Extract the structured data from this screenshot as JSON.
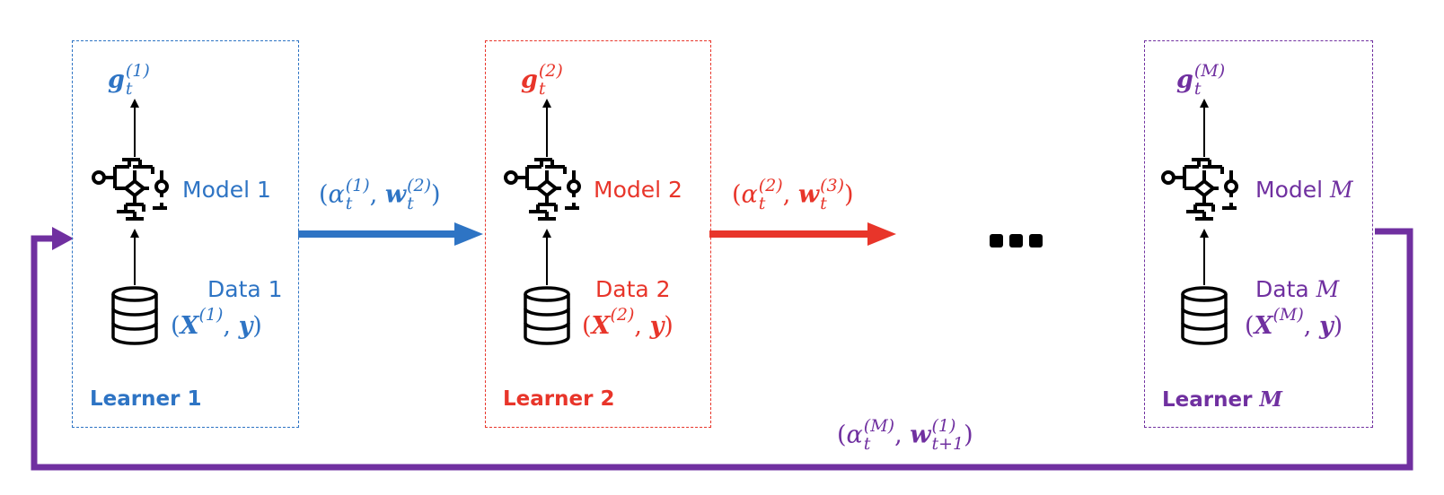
{
  "learners": [
    {
      "title_prefix": "Learner",
      "title_index": "1",
      "model_prefix": "Model",
      "model_index": "1",
      "data_prefix": "Data",
      "data_index": "1",
      "gradient": {
        "base": "g",
        "sub": "t",
        "sup": "(1)"
      },
      "dataset": {
        "open": "(",
        "X": "X",
        "sup": "(1)",
        "sep": ", ",
        "y": "y",
        "close": ")"
      },
      "color": "#2e74c4"
    },
    {
      "title_prefix": "Learner",
      "title_index": "2",
      "model_prefix": "Model",
      "model_index": "2",
      "data_prefix": "Data",
      "data_index": "2",
      "gradient": {
        "base": "g",
        "sub": "t",
        "sup": "(2)"
      },
      "dataset": {
        "open": "(",
        "X": "X",
        "sup": "(2)",
        "sep": ", ",
        "y": "y",
        "close": ")"
      },
      "color": "#e8352a"
    },
    {
      "title_prefix": "Learner",
      "title_index": "M",
      "model_prefix": "Model",
      "model_index": "M",
      "data_prefix": "Data",
      "data_index": "M",
      "gradient": {
        "base": "g",
        "sub": "t",
        "sup": "(M)"
      },
      "dataset": {
        "open": "(",
        "X": "X",
        "sup": "(M)",
        "sep": ", ",
        "y": "y",
        "close": ")"
      },
      "color": "#7030a0"
    }
  ],
  "transfers": [
    {
      "alpha": "α",
      "alpha_sub": "t",
      "alpha_sup": "(1)",
      "w": "w",
      "w_sub": "t",
      "w_sup": "(2)",
      "color": "#2e74c4"
    },
    {
      "alpha": "α",
      "alpha_sub": "t",
      "alpha_sup": "(2)",
      "w": "w",
      "w_sub": "t",
      "w_sup": "(3)",
      "color": "#e8352a"
    },
    {
      "alpha": "α",
      "alpha_sub": "t",
      "alpha_sup": "(M)",
      "w": "w",
      "w_sub": "t+1",
      "w_sup": "(1)",
      "color": "#7030a0"
    }
  ],
  "ellipsis_icon": "ellipsis-icon",
  "colors": {
    "learner1": "#2e74c4",
    "learner2": "#e8352a",
    "learnerM": "#7030a0",
    "ink": "#000000"
  }
}
